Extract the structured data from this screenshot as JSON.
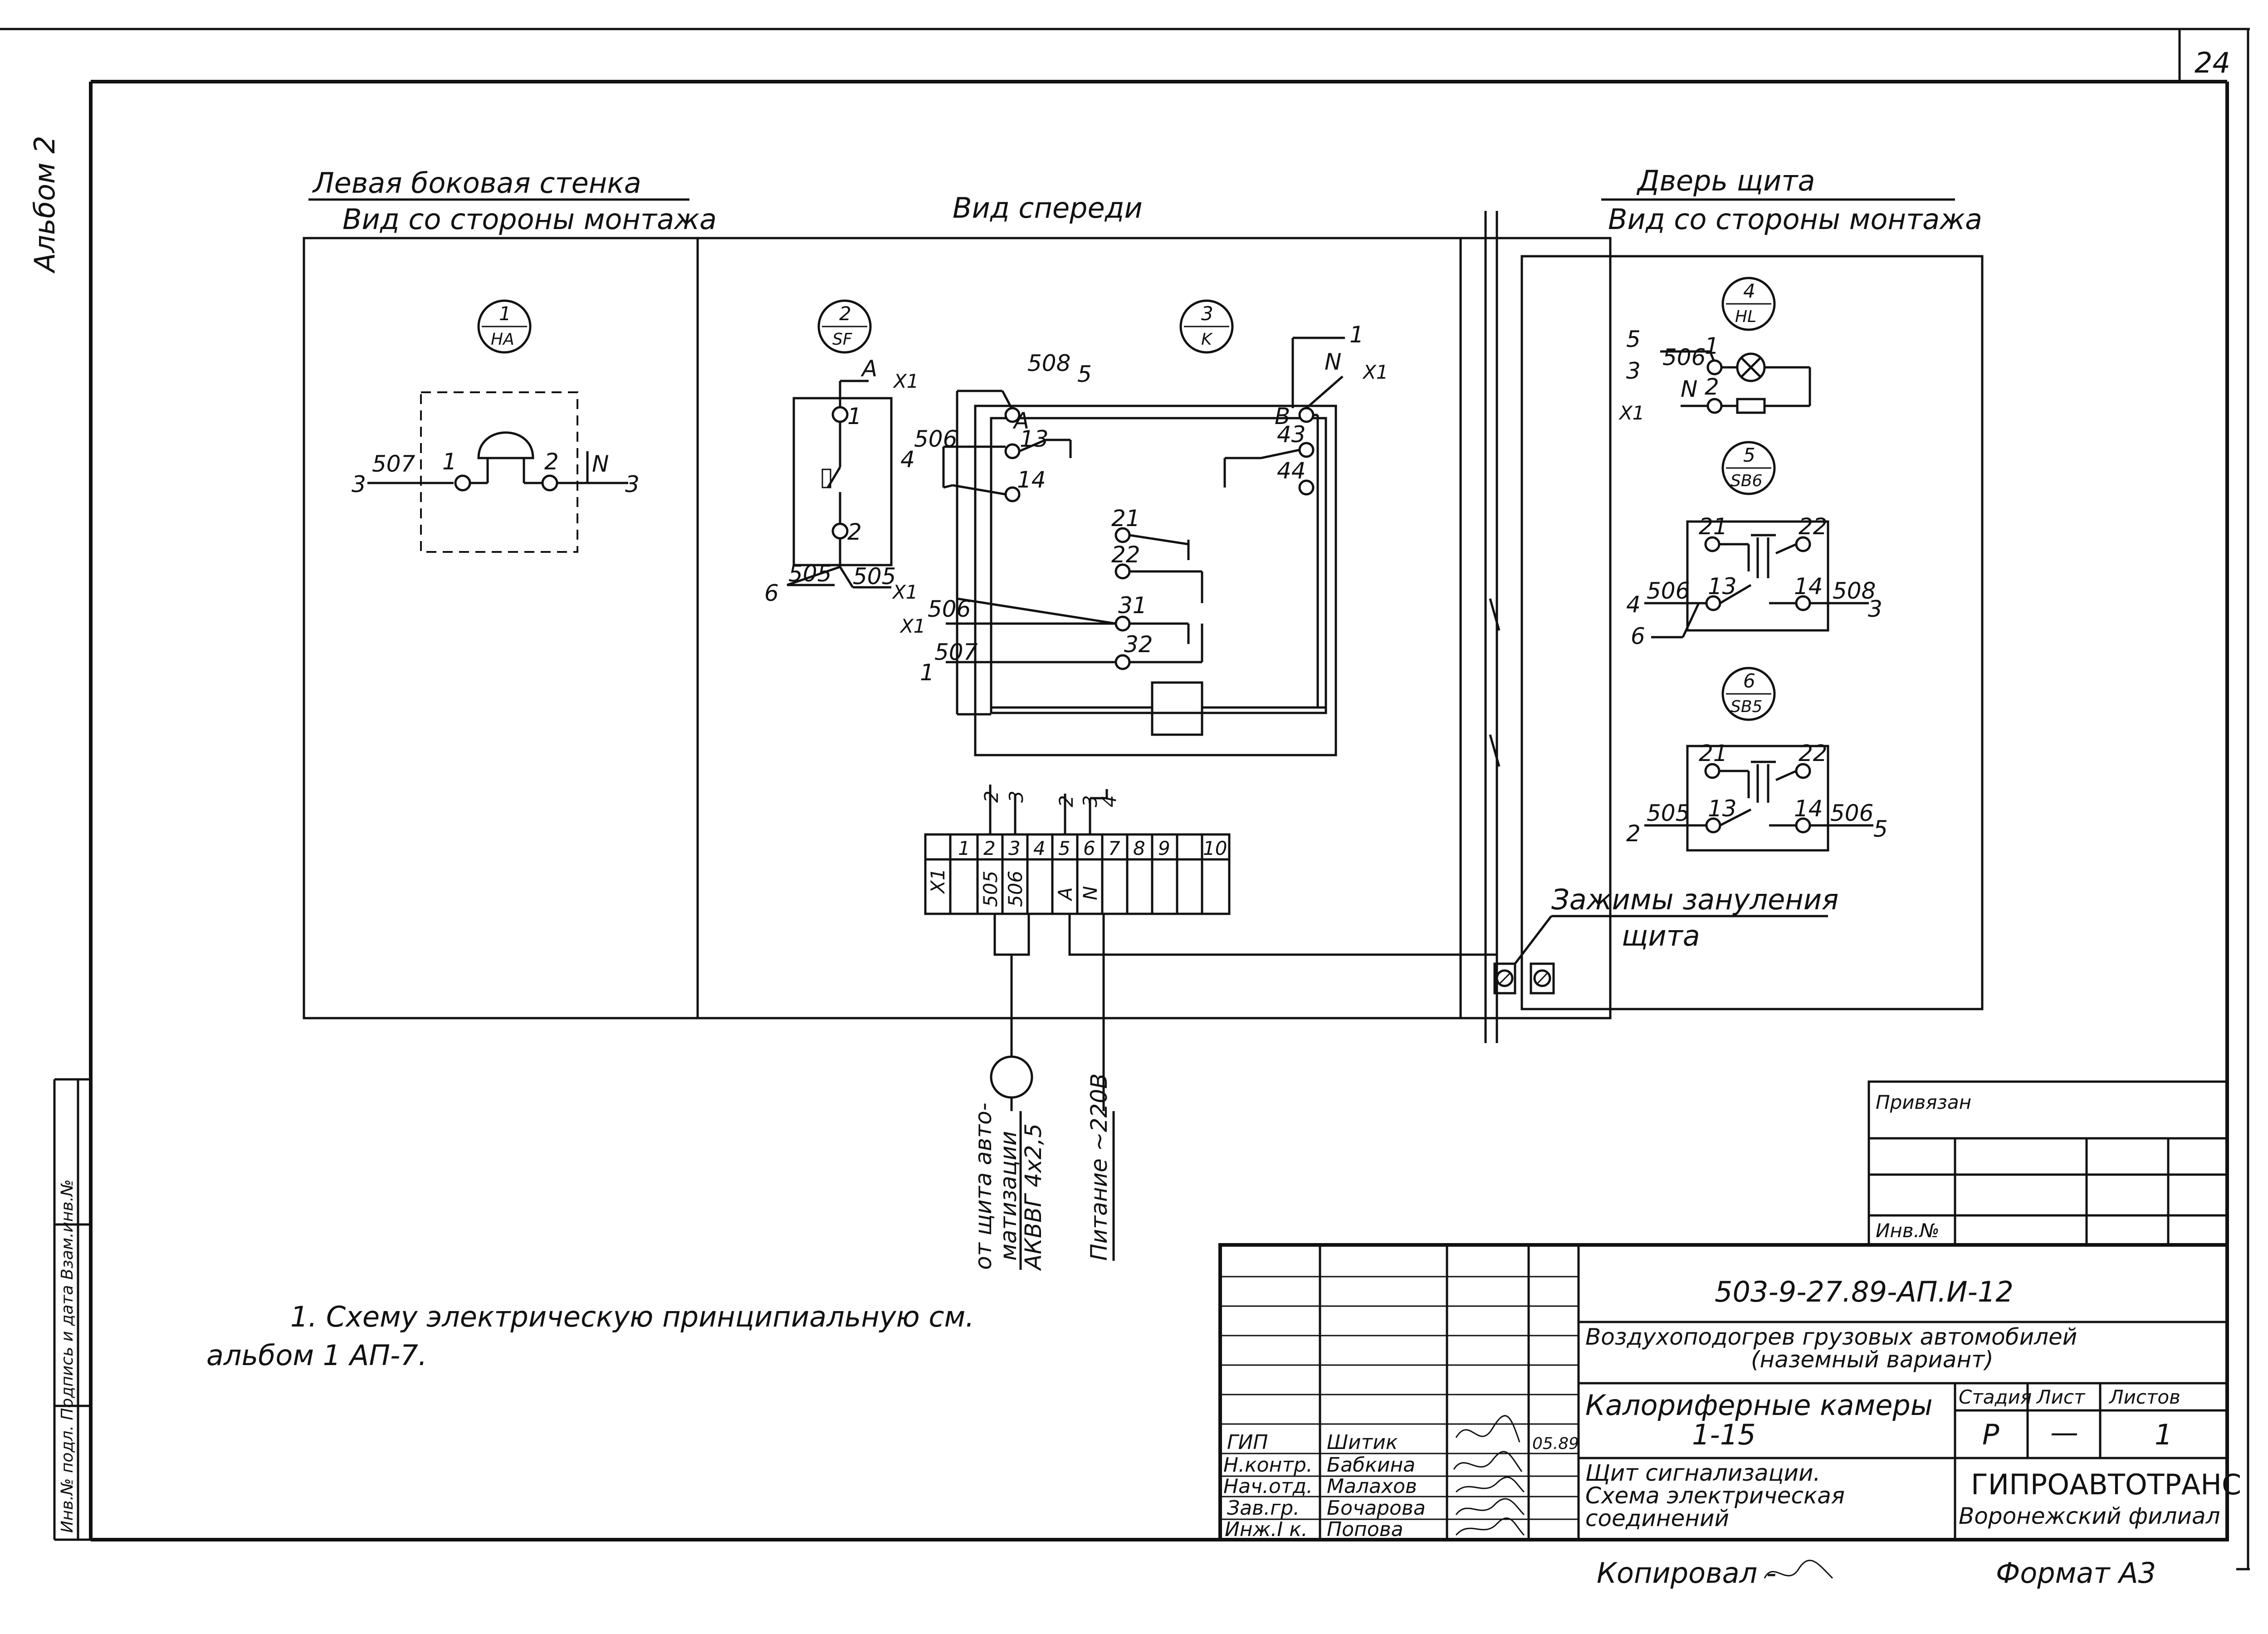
{
  "sheet_number": "24",
  "album_label": "Альбом 2",
  "left_margin_stamp": "Инв.№ подл. Подпись и дата Взам.инв.№",
  "views": {
    "left_wall_title": "Левая боковая стенка",
    "left_wall_subtitle": "Вид со стороны монтажа",
    "front_title": "Вид спереди",
    "door_title": "Дверь щита",
    "door_subtitle": "Вид со стороны монтажа"
  },
  "devices": [
    {
      "num": "1",
      "code": "HA"
    },
    {
      "num": "2",
      "code": "SF"
    },
    {
      "num": "3",
      "code": "K"
    },
    {
      "num": "4",
      "code": "HL"
    },
    {
      "num": "5",
      "code": "SB6"
    },
    {
      "num": "6",
      "code": "SB5"
    }
  ],
  "ha_wiring": {
    "left_ref": "3",
    "left_wire": "507",
    "pin1": "1",
    "pin2": "2",
    "right_wire": "N",
    "right_ref": "3"
  },
  "sf_wiring": {
    "top_wire": "A",
    "top_ref": "X1",
    "pin1": "1",
    "pin2": "2",
    "bl_ref": "6",
    "bl_wire": "505",
    "br_wire": "505",
    "br_ref": "X1"
  },
  "k_wiring": {
    "w508": "508",
    "ref508": "5",
    "pinA": "A",
    "ref4": "4",
    "w506a": "506",
    "p13": "13",
    "p14": "14",
    "p21": "21",
    "p22": "22",
    "w506b": "506",
    "refX1": "X1",
    "p31": "31",
    "p32": "32",
    "ref1": "1",
    "w507": "507",
    "pinB": "B",
    "p43": "43",
    "p44": "44",
    "wN": "N",
    "ref1b": "1",
    "refX1b": "X1"
  },
  "hl_wiring": {
    "ref5": "5",
    "w506": "506",
    "pin1": "1",
    "ref3": "3",
    "wN": "N",
    "pin2": "2",
    "refX1": "X1"
  },
  "sb6_wiring": {
    "p21": "21",
    "p22": "22",
    "ref4": "4",
    "w506": "506",
    "p13": "13",
    "p14": "14",
    "w508": "508",
    "ref3": "3",
    "ref6": "6"
  },
  "sb5_wiring": {
    "p21": "21",
    "p22": "22",
    "ref2": "2",
    "w505": "505",
    "p13": "13",
    "p14": "14",
    "w506": "506",
    "ref5": "5"
  },
  "terminal_block": {
    "label": "X1",
    "numbers": [
      "1",
      "2",
      "3",
      "4",
      "5",
      "6",
      "7",
      "8",
      "9",
      "10"
    ],
    "wires": [
      "",
      "505",
      "506",
      "",
      "A",
      "N",
      "",
      "",
      "",
      ""
    ],
    "top_refs_a": [
      "2",
      "3"
    ],
    "top_refs_b": [
      "2",
      "3",
      "4"
    ]
  },
  "cables": {
    "from_auto_l1": "от щита авто-",
    "from_auto_l2": "матизации",
    "cable_type": "АКВВГ 4х2,5",
    "power": "Питание ~220В"
  },
  "grounding": {
    "l1": "Зажимы зануления",
    "l2": "щита"
  },
  "note": {
    "line1": "1. Схему электрическую принципиальную см.",
    "line2": "альбом 1 АП-7."
  },
  "privyazan": {
    "label": "Привязан",
    "inv_label": "Инв.№"
  },
  "title_block": {
    "designation": "503-9-27.89-АП.И-12",
    "object_l1": "Воздухоподогрев грузовых автомобилей",
    "object_l2": "(наземный вариант)",
    "part_l1": "Калориферные камеры",
    "part_l2": "1-15",
    "drawing_l1": "Щит сигнализации.",
    "drawing_l2": "Схема электрическая",
    "drawing_l3": "соединений",
    "stage_h": "Стадия",
    "sheet_h": "Лист",
    "sheets_h": "Листов",
    "stage": "Р",
    "sheet": "—",
    "sheets": "1",
    "org_l1": "ГИПРОАВТОТРАНС",
    "org_l2": "Воронежский филиал",
    "staff": [
      {
        "role": "ГИП",
        "name": "Шитик",
        "date": "05.89"
      },
      {
        "role": "Н.контр.",
        "name": "Бабкина",
        "date": ""
      },
      {
        "role": "Нач.отд.",
        "name": "Малахов",
        "date": ""
      },
      {
        "role": "Зав.гр.",
        "name": "Бочарова",
        "date": ""
      },
      {
        "role": "Инж.I к.",
        "name": "Попова",
        "date": ""
      }
    ]
  },
  "footer": {
    "copied": "Копировал -",
    "format": "Формат А3"
  }
}
